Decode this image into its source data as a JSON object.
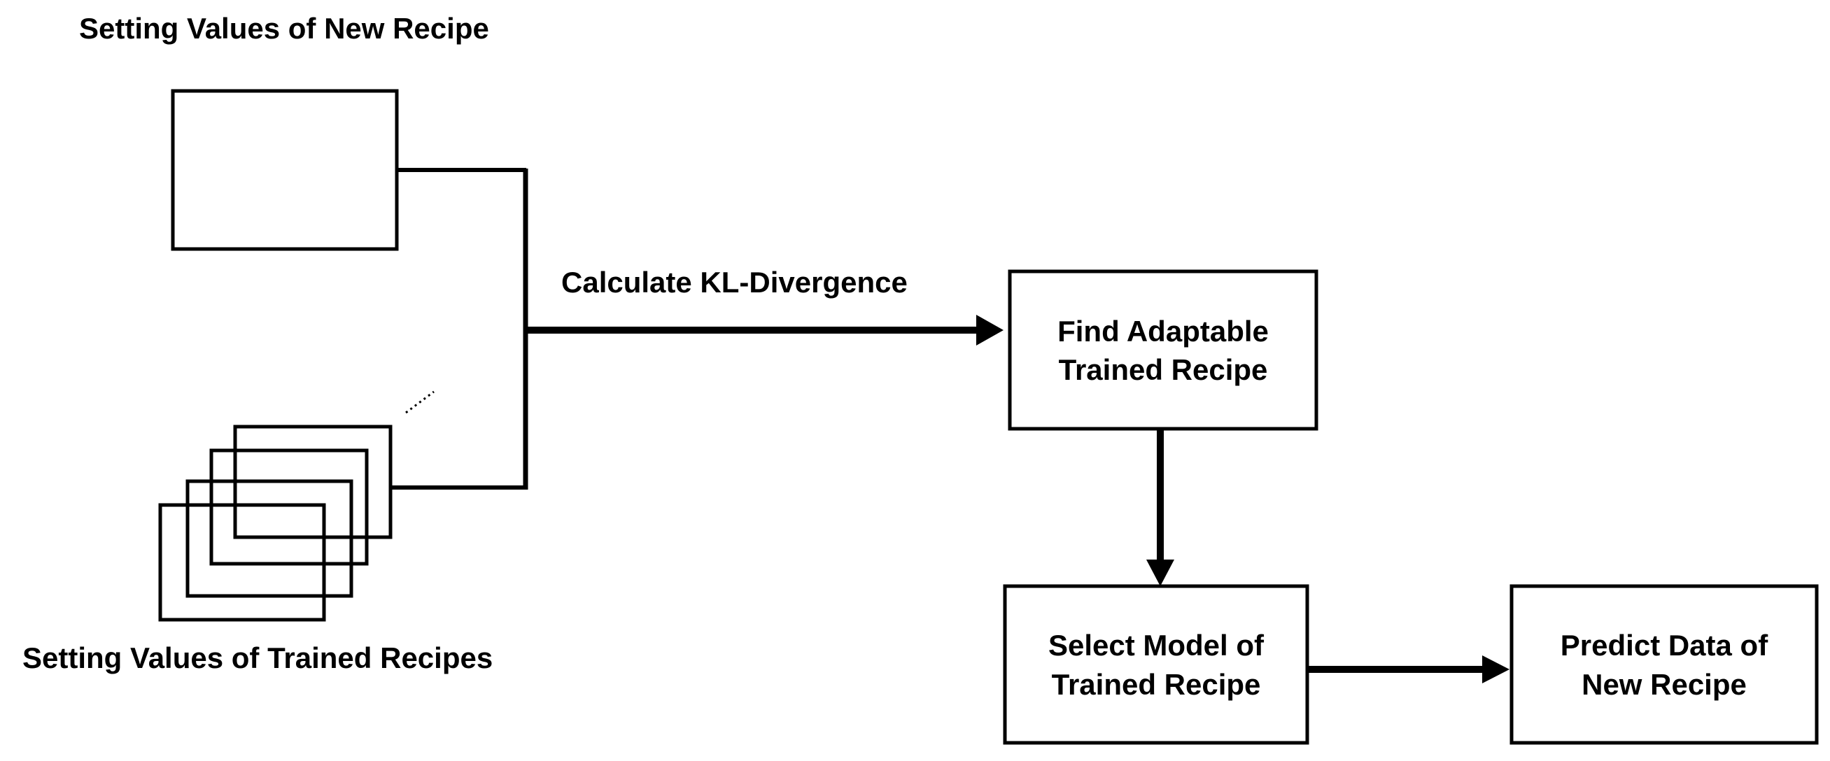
{
  "labels": {
    "new_recipe": "Setting Values of New Recipe",
    "trained_recipes": "Setting Values of Trained Recipes",
    "arrow_kl": "Calculate KL-Divergence",
    "ellipsis": "⋯"
  },
  "boxes": {
    "find": [
      "Find Adaptable",
      "Trained Recipe"
    ],
    "select": [
      "Select Model of",
      "Trained Recipe"
    ],
    "predict": [
      "Predict Data of",
      "New Recipe"
    ]
  },
  "colors": {
    "stroke": "#000000",
    "background": "#ffffff"
  }
}
